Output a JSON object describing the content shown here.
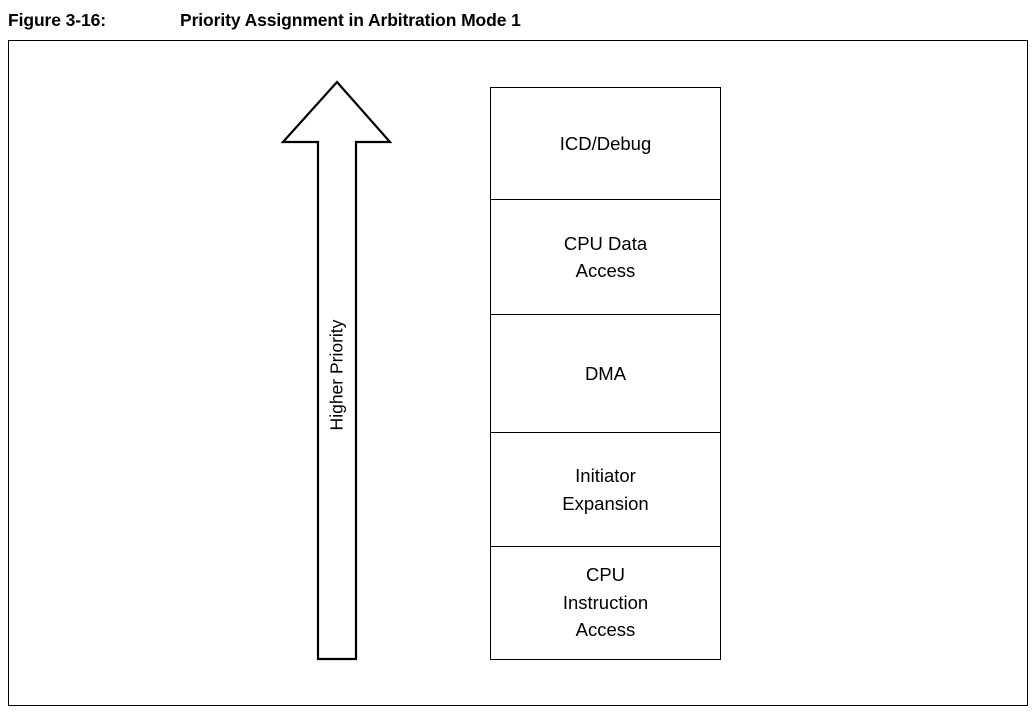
{
  "caption": {
    "label": "Figure 3-16:",
    "title": "Priority Assignment in Arbitration Mode 1"
  },
  "arrow": {
    "label": "Higher Priority",
    "direction": "up",
    "color": "#000000"
  },
  "priority_stack": {
    "boxes": [
      {
        "label": "ICD/Debug"
      },
      {
        "label": "CPU Data\nAccess"
      },
      {
        "label": "DMA"
      },
      {
        "label": "Initiator\nExpansion"
      },
      {
        "label": "CPU\nInstruction\nAccess"
      }
    ]
  },
  "colors": {
    "background": "#ffffff",
    "stroke": "#000000",
    "text": "#000000"
  }
}
